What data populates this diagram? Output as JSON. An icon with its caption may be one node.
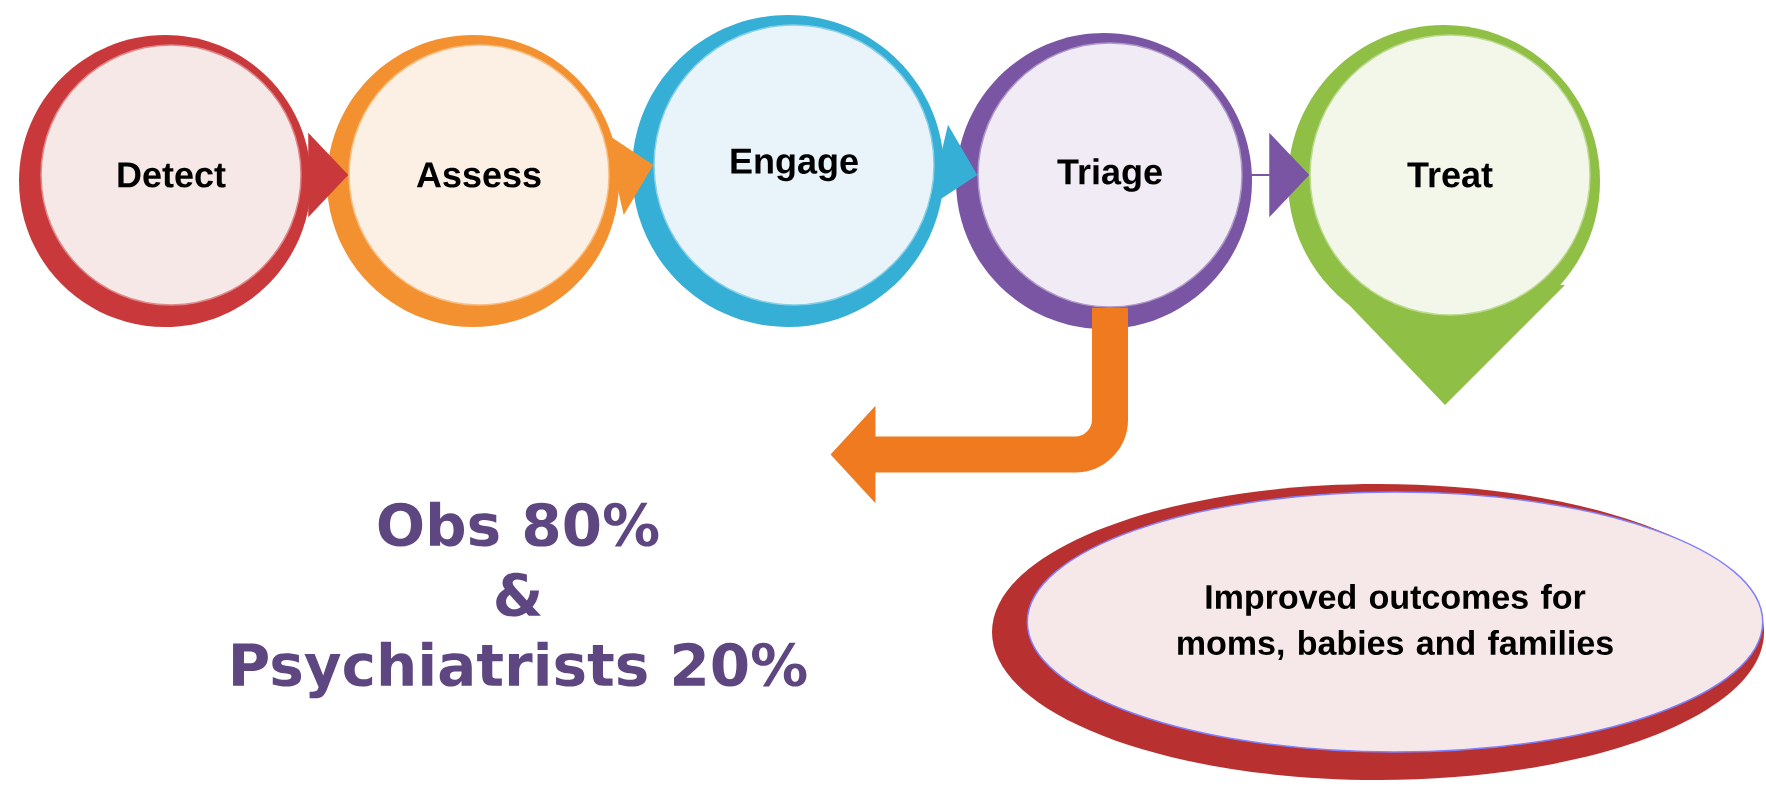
{
  "diagram": {
    "nodes": [
      {
        "text": [
          "Detect"
        ]
      },
      {
        "text": [
          "Assess"
        ]
      },
      {
        "text": [
          "Engage"
        ]
      },
      {
        "text": [
          "Triage"
        ]
      },
      {
        "text": [
          "Treat"
        ]
      },
      {
        "text": [
          "Obs 80%",
          "&",
          "Psychiatrists 20%"
        ]
      },
      {
        "text": [
          "Improved outcomes for moms, babies and families"
        ]
      }
    ],
    "edges": [
      {
        "from": 0,
        "to": 1,
        "arrow": "to",
        "color": "#c9393b"
      },
      {
        "from": 1,
        "to": 2,
        "arrow": "to",
        "color": "#f39130"
      },
      {
        "from": 2,
        "to": 3,
        "arrow": "to",
        "color": "#35afd6"
      },
      {
        "from": 3,
        "to": 4,
        "arrow": "to",
        "color": "#7a55a4"
      },
      {
        "from": 3,
        "to": 5,
        "arrow": "to",
        "style": "thick",
        "color": "#f07a1f"
      }
    ]
  }
}
